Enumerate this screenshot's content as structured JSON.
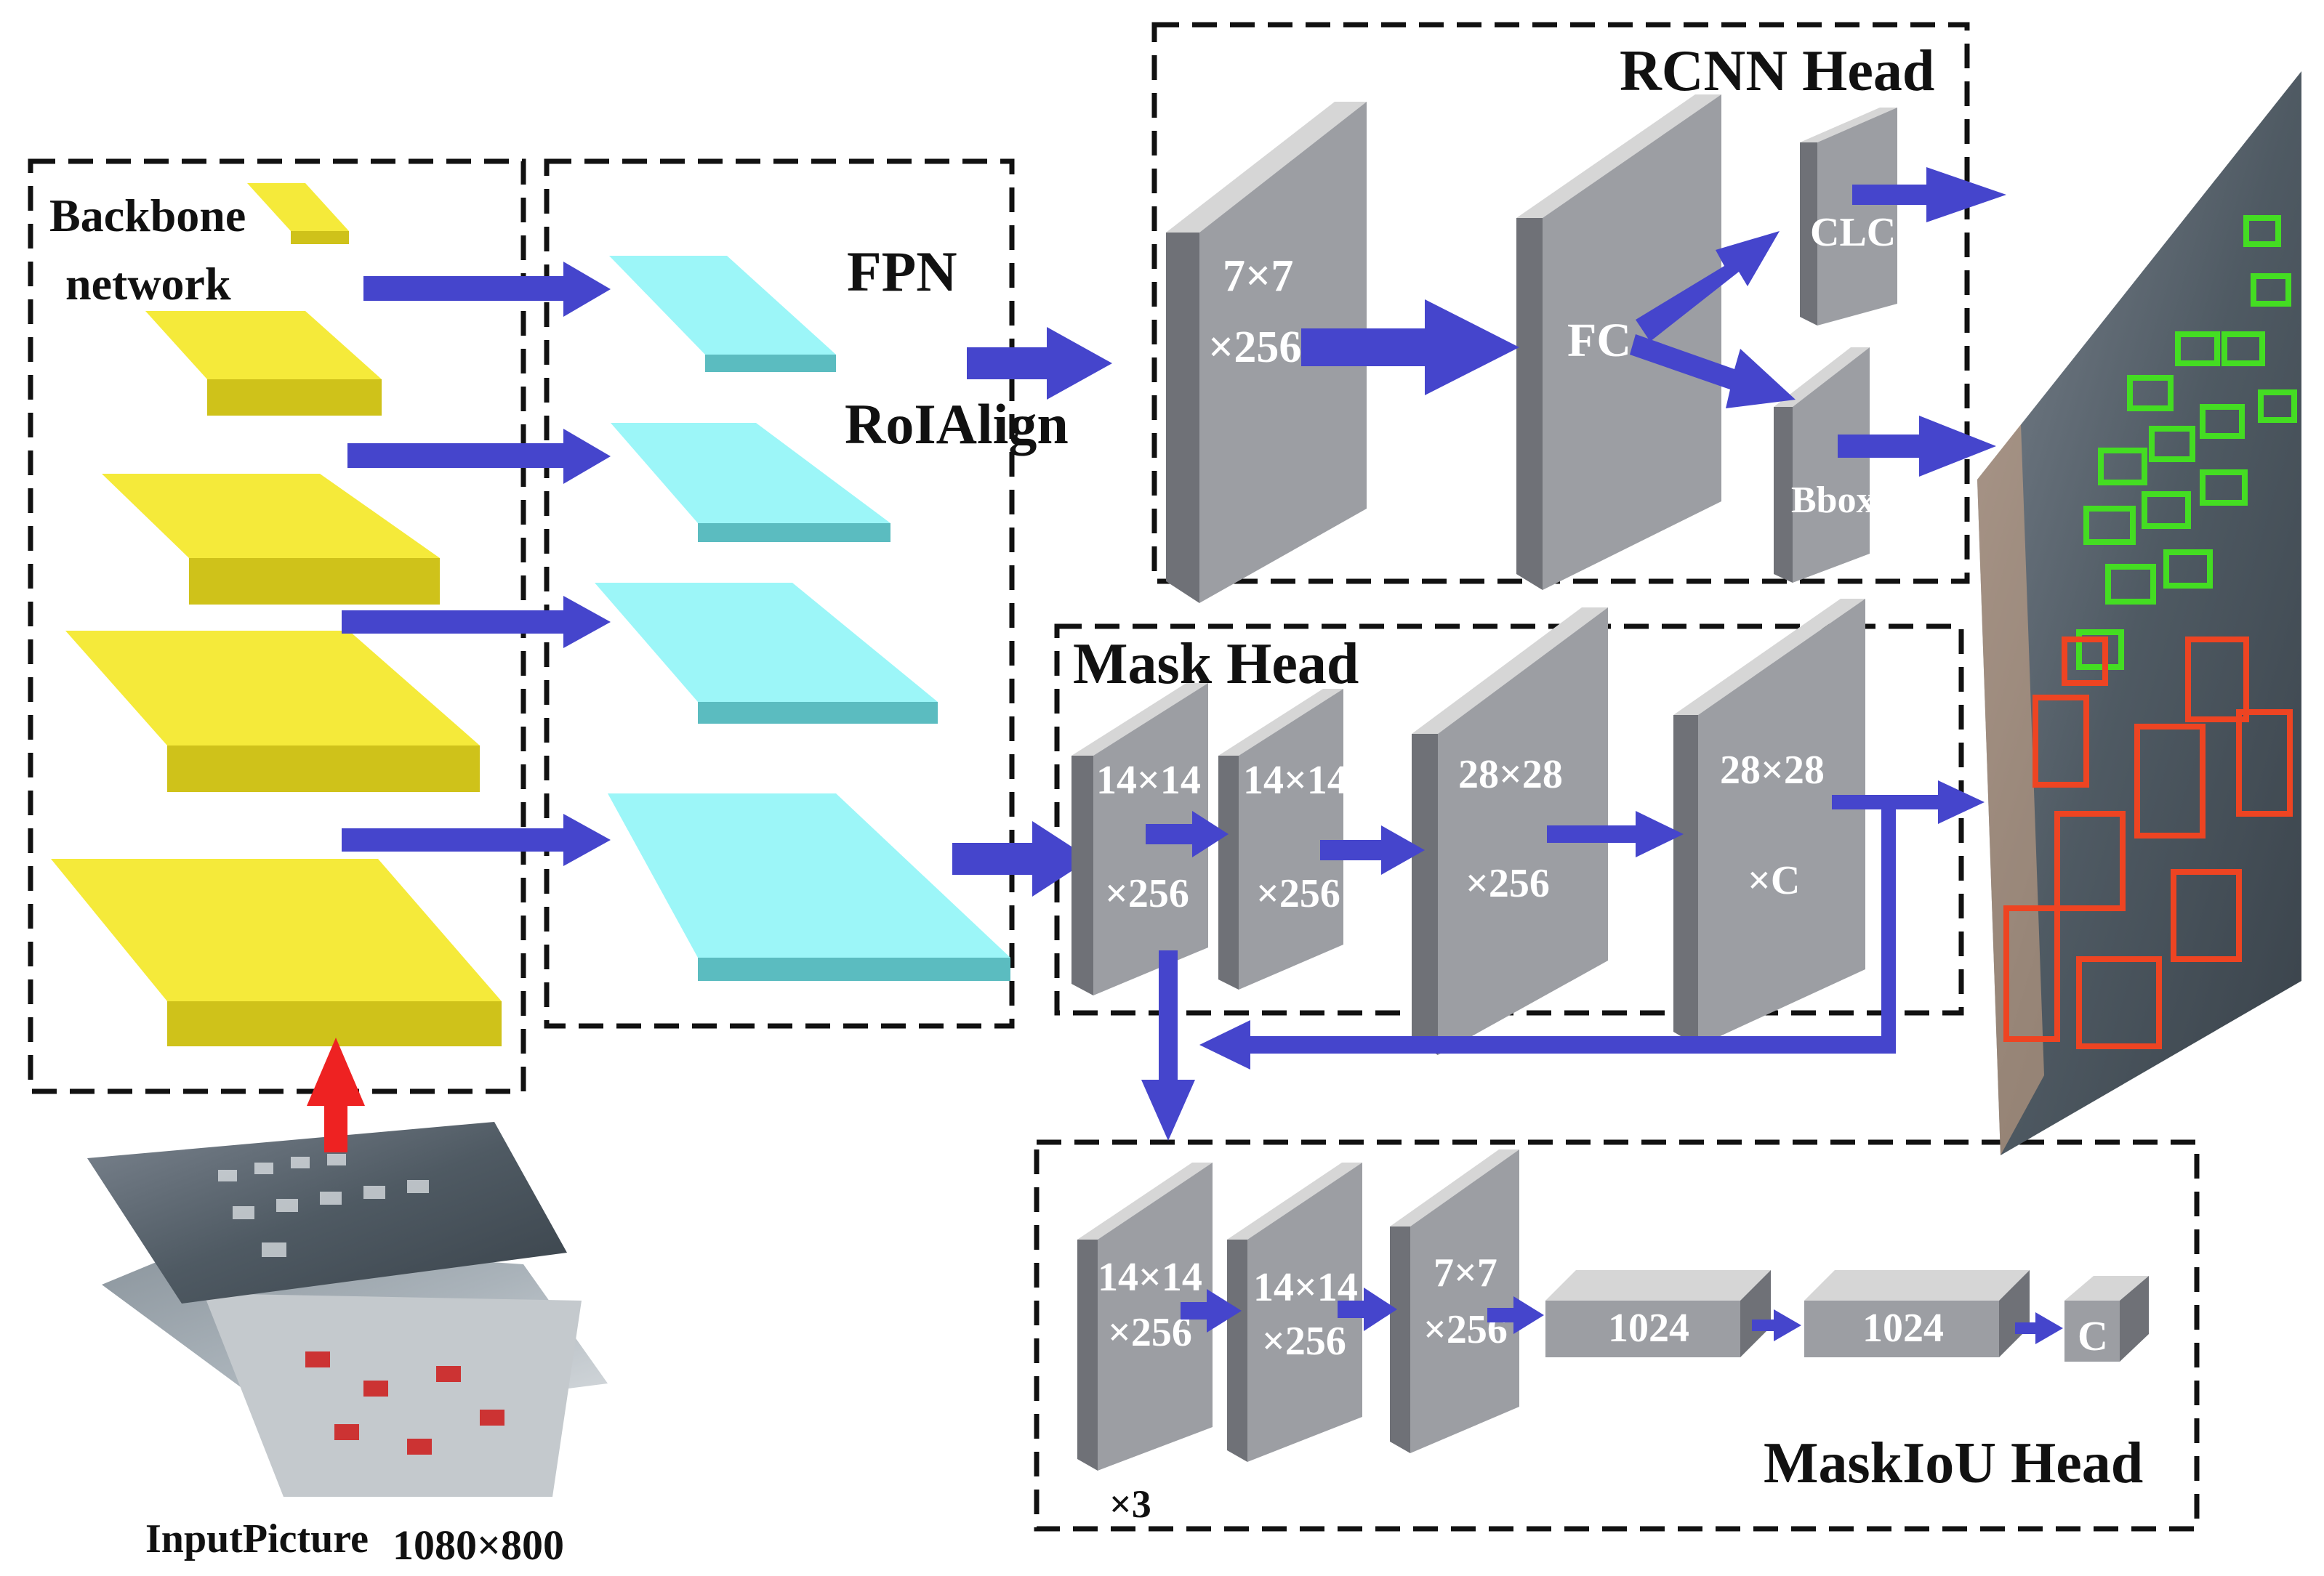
{
  "diagram": {
    "backbone_label_line1": "Backbone",
    "backbone_label_line2": "network",
    "fpn_label": "FPN",
    "roialign_label": "RoIAlign",
    "rcnn_head": {
      "title": "RCNN Head",
      "input_line1": "7×7",
      "input_line2": "×256",
      "fc_label": "FC",
      "clc_label": "CLC",
      "bbox_label": "Bbox"
    },
    "mask_head": {
      "title": "Mask Head",
      "block1_line1": "14×14",
      "block1_line2": "×256",
      "block2_line1": "14×14",
      "block2_line2": "×256",
      "block3_line1": "28×28",
      "block3_line2": "×256",
      "block4_line1": "28×28",
      "block4_line2": "×C"
    },
    "maskiou_head": {
      "title": "MaskIoU Head",
      "block1_line1": "14×14",
      "block1_line2": "×256",
      "repeat_label": "×3",
      "block2_line1": "14×14",
      "block2_line2": "×256",
      "block3_line1": "7×7",
      "block3_line2": "×256",
      "fc1_label": "1024",
      "fc2_label": "1024",
      "out_label": "C"
    },
    "input_label": "InputPicture",
    "input_size": "1080×800"
  },
  "colors": {
    "backbone_layer": "#f5ea3a",
    "fpn_layer": "#9cf6f8",
    "block_gray": "#9c9ea3",
    "arrow_blue": "#4545cc",
    "arrow_red": "#ee2222",
    "box_green": "#44dd22",
    "box_red": "#ee4422"
  },
  "icons": {
    "input_image": "traffic-photo-stack",
    "output_image": "detection-result-photo"
  }
}
